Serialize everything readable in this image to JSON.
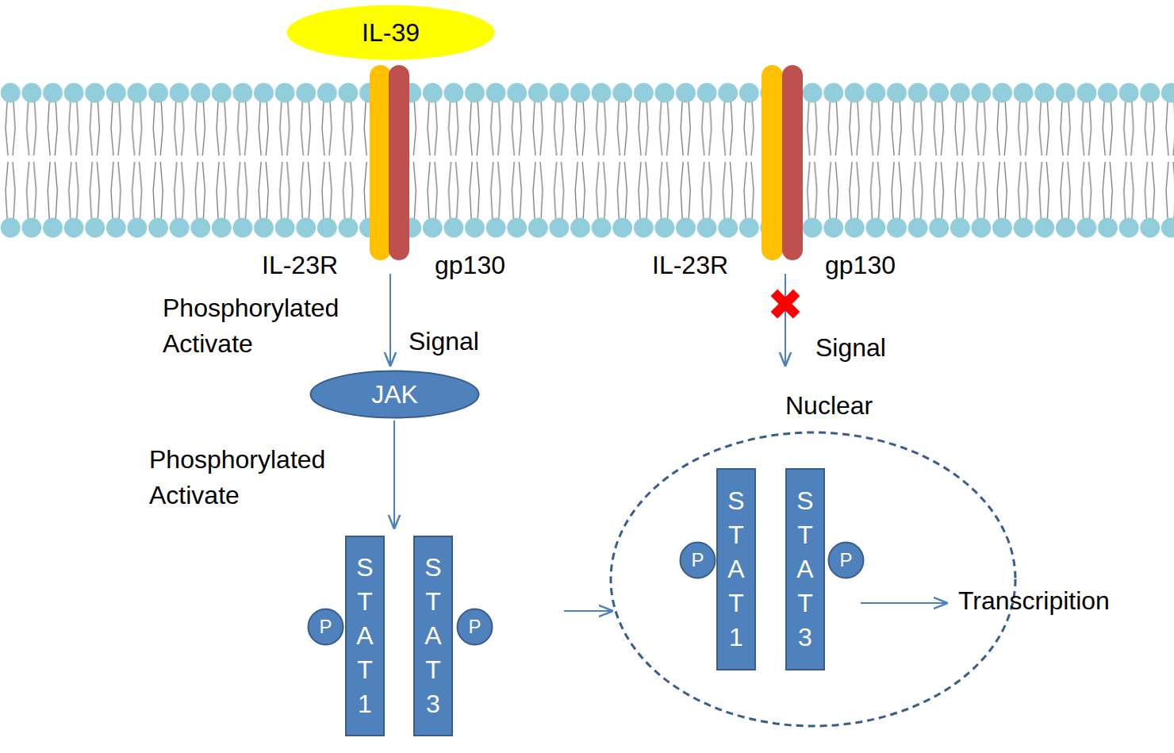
{
  "diagram": {
    "nodes": [
      {
        "text": [
          "IL-39"
        ]
      },
      {
        "text": [
          "JAK"
        ]
      },
      {
        "text": [
          "STAT1"
        ]
      },
      {
        "text": [
          "STAT3"
        ]
      },
      {
        "text": [
          "P"
        ]
      },
      {
        "text": [
          "P"
        ]
      },
      {
        "text": [
          "Nuclear"
        ]
      },
      {
        "text": [
          "STAT1"
        ],
        "in": 6
      },
      {
        "text": [
          "STAT3"
        ],
        "in": 6
      },
      {
        "text": [
          "P"
        ],
        "in": 6
      },
      {
        "text": [
          "P"
        ],
        "in": 6
      }
    ],
    "edges": [
      {
        "from": 3,
        "to": 6,
        "arrow": "to"
      }
    ],
    "labels": [
      "IL-23R",
      "gp130",
      "Phosphorylated Activate",
      "Signal",
      "Phosphorylated Activate",
      "IL-23R",
      "gp130",
      "Signal",
      "Transcripition"
    ]
  }
}
